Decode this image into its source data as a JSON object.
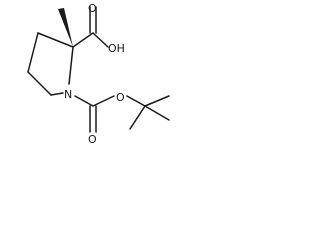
{
  "molecule": {
    "labels": {
      "hydroxyl": "OH",
      "ring_nitrogen": "N",
      "acid_carbonyl_oxygen": "O",
      "ester_oxygen": "O",
      "boc_carbonyl_oxygen": "O"
    }
  },
  "colors": {
    "ink": "#1a1a1a",
    "background": "#ffffff"
  }
}
